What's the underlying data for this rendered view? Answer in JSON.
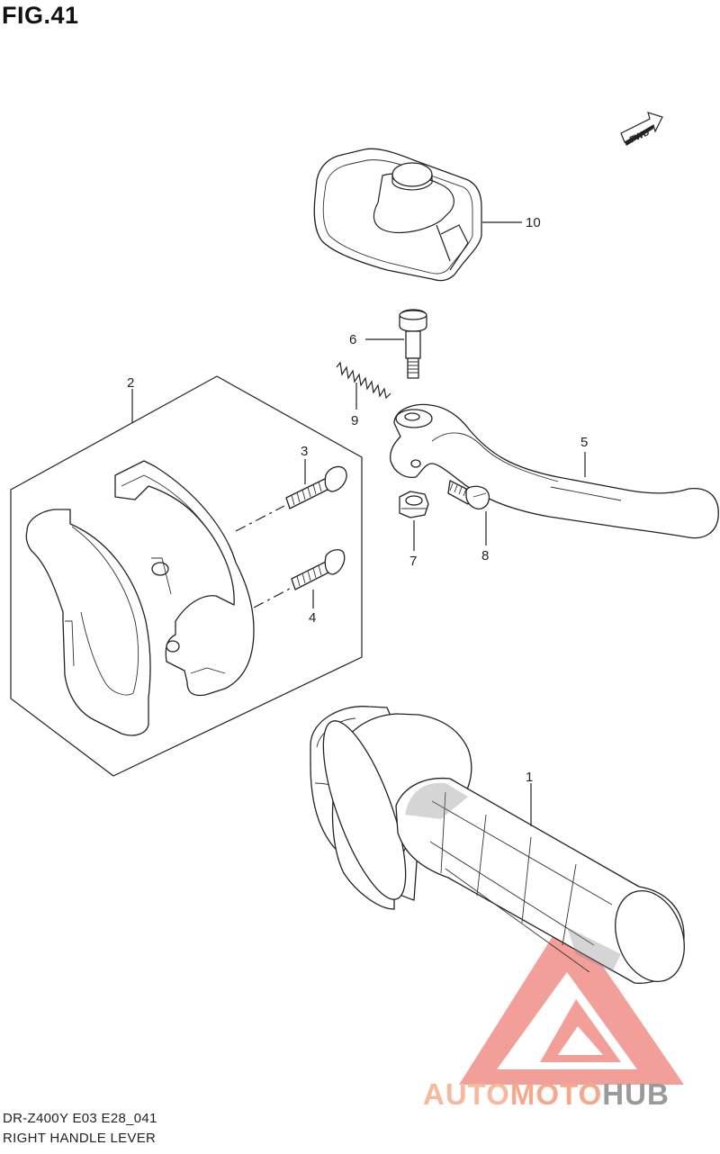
{
  "figure": {
    "title": "FIG.41"
  },
  "footer": {
    "model_code": "DR-Z400Y E03 E28_041",
    "section_name": "RIGHT HANDLE LEVER"
  },
  "direction_marker": {
    "text": "FWD",
    "icon": "forward-arrow-icon"
  },
  "callouts": [
    "1",
    "2",
    "3",
    "4",
    "5",
    "6",
    "7",
    "8",
    "9",
    "10"
  ],
  "watermark": {
    "part1": "AUTO",
    "part2": "MOTO",
    "part3": "HUB",
    "colors": [
      "#f7b99e",
      "#f5a88c",
      "#9a9a9a",
      "#f08a80"
    ]
  }
}
